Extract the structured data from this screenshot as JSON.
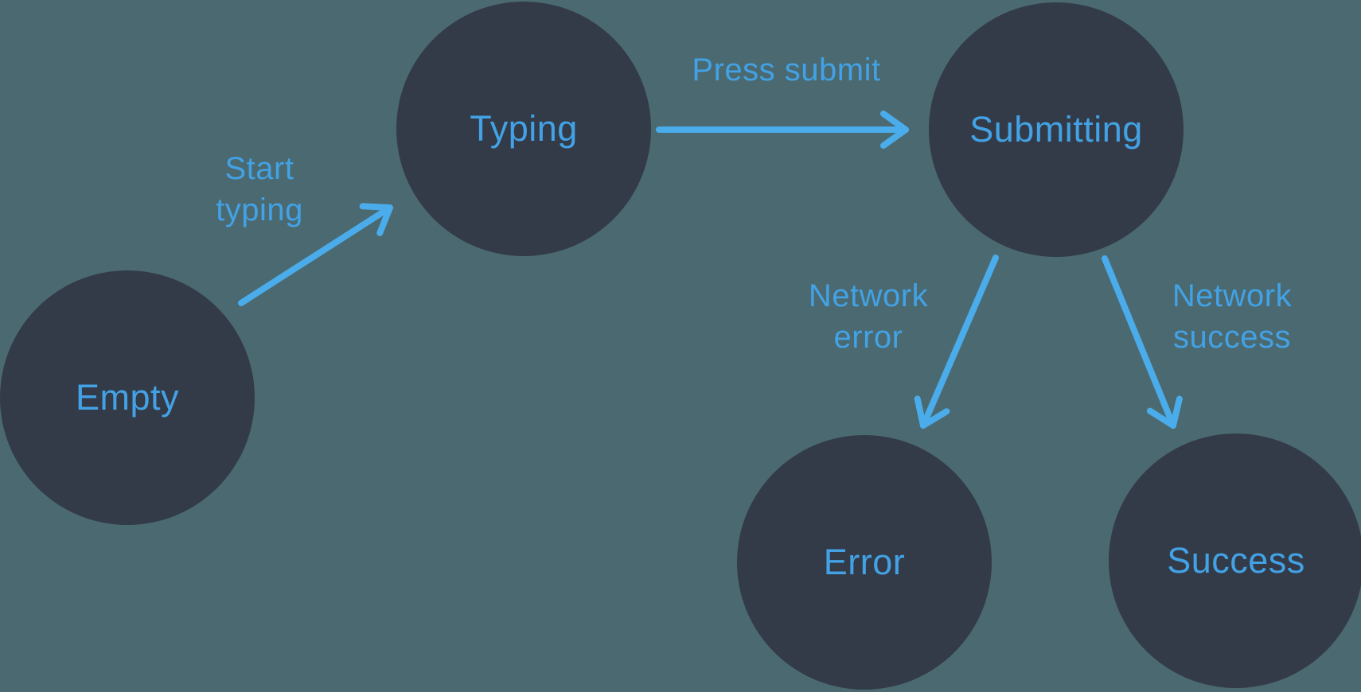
{
  "colors": {
    "background": "#4B6970",
    "state_fill": "#333B48",
    "label_text": "#42A2E5",
    "arrow": "#4AACEA"
  },
  "states": [
    {
      "id": "empty",
      "label": "Empty"
    },
    {
      "id": "typing",
      "label": "Typing"
    },
    {
      "id": "submitting",
      "label": "Submitting"
    },
    {
      "id": "error",
      "label": "Error"
    },
    {
      "id": "success",
      "label": "Success"
    }
  ],
  "transitions": [
    {
      "id": "start-typing",
      "from": "empty",
      "to": "typing",
      "label_lines": [
        "Start",
        "typing"
      ]
    },
    {
      "id": "press-submit",
      "from": "typing",
      "to": "submitting",
      "label_lines": [
        "Press submit"
      ]
    },
    {
      "id": "network-error",
      "from": "submitting",
      "to": "error",
      "label_lines": [
        "Network",
        "error"
      ]
    },
    {
      "id": "network-success",
      "from": "submitting",
      "to": "success",
      "label_lines": [
        "Network",
        "success"
      ]
    }
  ]
}
